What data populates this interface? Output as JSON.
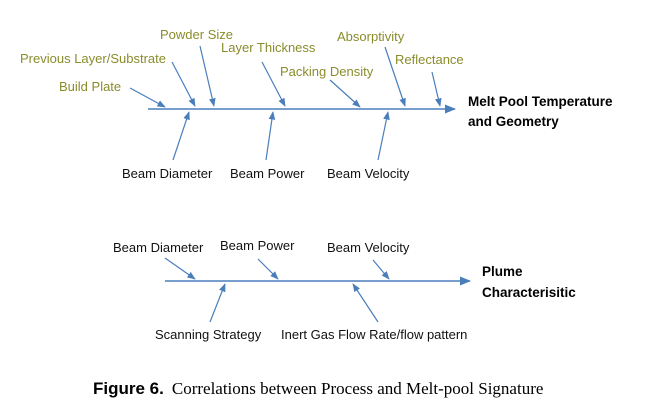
{
  "diagram1": {
    "effect_line1": "Melt Pool Temperature",
    "effect_line2": "and Geometry",
    "top_causes": [
      "Previous Layer/Substrate",
      "Powder Size",
      "Layer Thickness",
      "Packing Density",
      "Absorptivity",
      "Reflectance",
      "Build Plate"
    ],
    "bottom_causes": [
      "Beam Diameter",
      "Beam Power",
      "Beam Velocity"
    ]
  },
  "diagram2": {
    "effect_line1": "Plume",
    "effect_line2": "Characterisitic",
    "top_causes": [
      "Beam Diameter",
      "Beam Power",
      "Beam Velocity"
    ],
    "bottom_causes": [
      "Scanning Strategy",
      "Inert Gas Flow Rate/flow pattern"
    ]
  },
  "caption": {
    "figure_label": "Figure 6.",
    "text": "Correlations between Process and Melt-pool Signature"
  },
  "colors": {
    "arrow": "#4a7ebb",
    "top_label": "#8a8c2c",
    "bottom_label": "#111111"
  }
}
